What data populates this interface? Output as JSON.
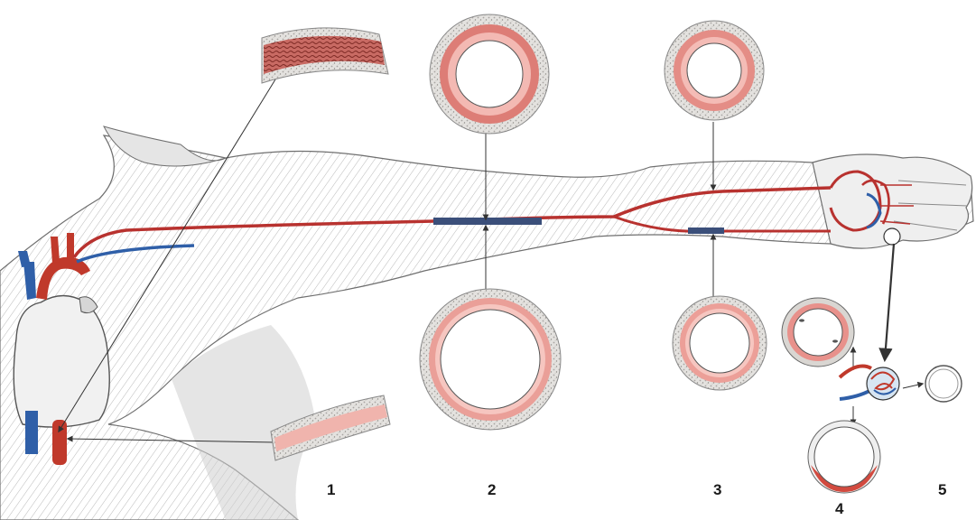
{
  "figure": {
    "labels": [
      "1",
      "2",
      "3",
      "4",
      "5"
    ]
  },
  "colors": {
    "artery": "#b8322f",
    "artery_light": "#e07c78",
    "vein": "#2f5fa8",
    "wall_pink": "#f2b8b2",
    "adventitia": "#d9d6d2",
    "skin_line": "#7a7a7a",
    "tissue_dark": "#8c3a34"
  }
}
